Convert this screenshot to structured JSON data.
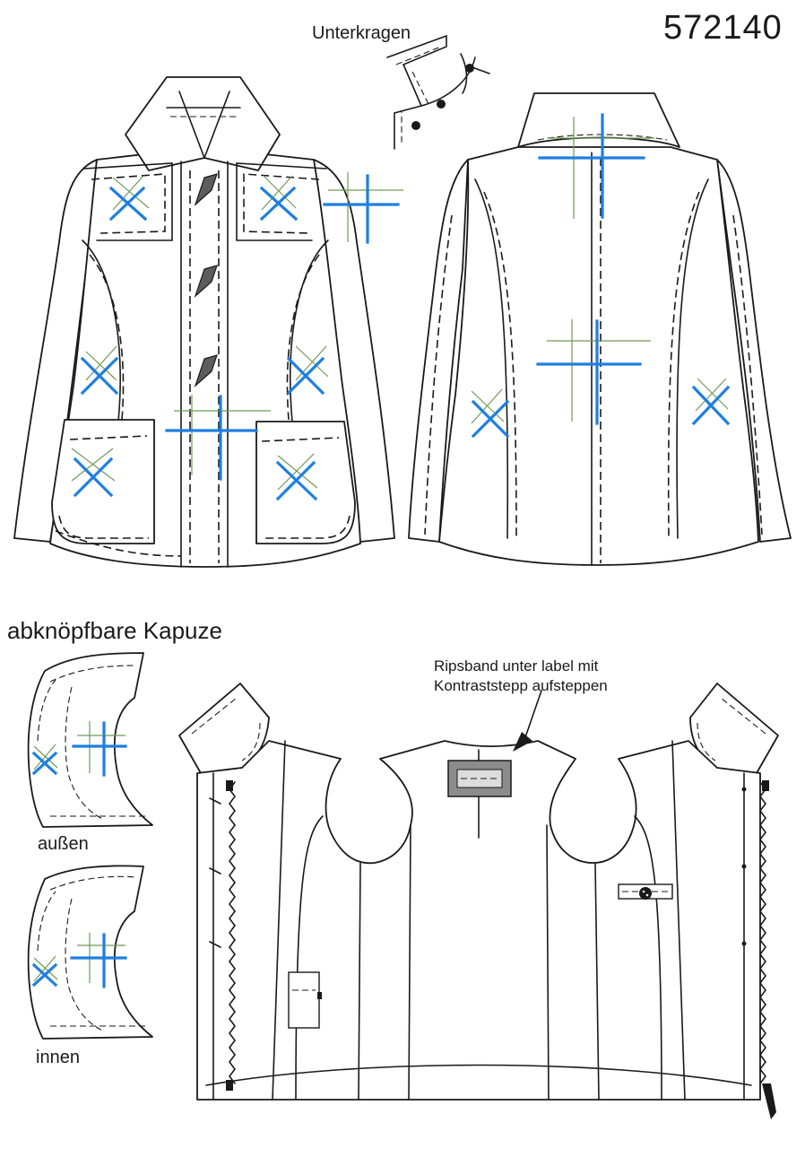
{
  "article_number": "572140",
  "labels": {
    "under_collar": "Unterkragen",
    "hood_title": "abknöpfbare Kapuze",
    "hood_outside": "außen",
    "hood_inside": "innen",
    "grosgrain_note": "Ripsband unter label mit Kontraststepp aufsteppen"
  },
  "colors": {
    "grain_marks": "#1f7fe0",
    "cross_grain": "#6f9a54",
    "outline": "#1a1a1a",
    "toggle_fill": "#5c5c5c"
  }
}
